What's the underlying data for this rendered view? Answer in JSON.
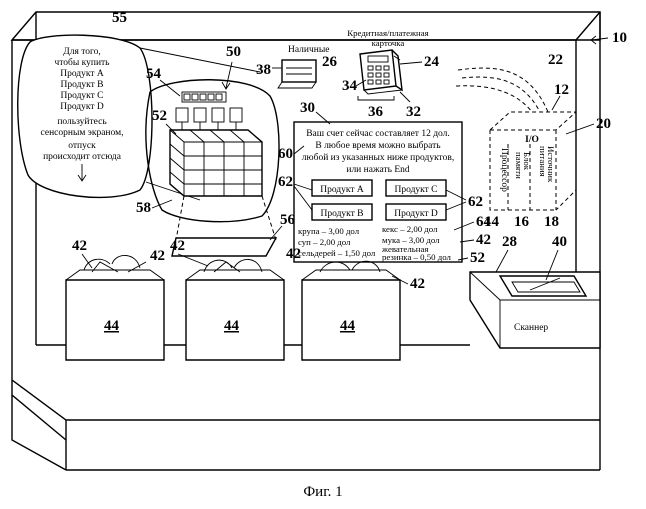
{
  "figure": {
    "caption": "Фиг. 1",
    "numerals": {
      "kiosk": "10",
      "terminal_box": "12",
      "processor_ref": "14",
      "memory_ref": "16",
      "power_ref": "18",
      "io_ref": "20",
      "cable": "22",
      "card_reader": "24",
      "cash_slot": "26",
      "scanner_ref": "28",
      "screen": "30",
      "keypad_ref": "32",
      "keypad_small": "34",
      "keypad_base": "36",
      "cash_dispenser": "38",
      "scanner_window": "40",
      "bag_item_a": "42",
      "bag_item_b": "42",
      "bag_item_c": "42",
      "bag_item_d": "42",
      "bag_item_e": "42",
      "bag_item_f": "42",
      "bag_a": "44",
      "bag_b": "44",
      "bag_c": "44",
      "dispenser": "50",
      "dispenser_top": "52",
      "dispenser_rack": "54",
      "callout": "55",
      "tray": "56",
      "dispenser_base": "58",
      "screen_text_ref": "60",
      "button_ref_left": "62",
      "button_ref_right": "62",
      "price_ref": "64",
      "price_ref_b": "52"
    },
    "callout": {
      "lines": [
        "Для того,",
        "чтобы купить",
        "Продукт A",
        "Продукт B",
        "Продукт C",
        "Продукт D",
        "пользуйтесь",
        "сенсорным экраном,",
        "отпуск",
        "происходит отсюда"
      ]
    },
    "cash_label": "Наличные",
    "card_label": [
      "Кредитная/платежная",
      "карточка"
    ],
    "screen": {
      "message": [
        "Ваш счет сейчас составляет 12 дол.",
        "В любое время можно выбрать",
        "любой из указанных ниже продуктов,",
        "или нажать End"
      ],
      "buttons": [
        "Продукт A",
        "Продукт C",
        "Продукт B",
        "Продукт D"
      ],
      "prices_left": [
        "крупа – 3,00 дол",
        "суп – 2,00 дол",
        "сельдерей – 1,50 дол"
      ],
      "prices_right": [
        "кекс – 2,00 дол",
        "мука – 3,00 дол",
        "жевательная",
        "резинка – 0,50 дол"
      ]
    },
    "terminal": {
      "io": "I/O",
      "processor": "Процессор",
      "memory": [
        "Блок",
        "памяти"
      ],
      "power": [
        "Источник",
        "питания"
      ]
    },
    "scanner_label": "Сканнер"
  }
}
